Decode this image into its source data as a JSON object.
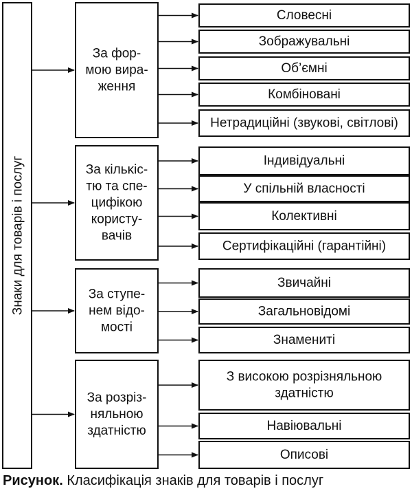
{
  "root": {
    "label": "Знаки для товарів і послуг"
  },
  "groups": [
    {
      "label_lines": [
        "За фор-",
        "мою вира-",
        "ження"
      ],
      "children": [
        {
          "lines": [
            "Словесні"
          ]
        },
        {
          "lines": [
            "Зображувальні"
          ]
        },
        {
          "lines": [
            "Об’ємні"
          ]
        },
        {
          "lines": [
            "Комбіновані"
          ]
        },
        {
          "lines": [
            "Нетрадиційні (звукові, світлові)"
          ]
        }
      ]
    },
    {
      "label_lines": [
        "За кільκіс-",
        "тю та спе-",
        "цифікою",
        "користу-",
        "вачів"
      ],
      "children": [
        {
          "lines": [
            "Індивідуальні"
          ]
        },
        {
          "lines": [
            "У спільній власності"
          ]
        },
        {
          "lines": [
            "Колективні"
          ]
        },
        {
          "lines": [
            "Сертифікаційні (гарантійні)"
          ]
        }
      ]
    },
    {
      "label_lines": [
        "За ступе-",
        "нем відо-",
        "мості"
      ],
      "children": [
        {
          "lines": [
            "Звичайні"
          ]
        },
        {
          "lines": [
            "Загальновідомі"
          ]
        },
        {
          "lines": [
            "Знамениті"
          ]
        }
      ]
    },
    {
      "label_lines": [
        "За розріз-",
        "няльною",
        "здатністю"
      ],
      "children": [
        {
          "lines": [
            "З високою розрізняльною",
            "здатністю"
          ]
        },
        {
          "lines": [
            "Навіювальні"
          ]
        },
        {
          "lines": [
            "Описові"
          ]
        }
      ]
    }
  ],
  "caption": {
    "label": "Рисунок.",
    "text": "Класифікація знаків для товарів і послуг"
  }
}
